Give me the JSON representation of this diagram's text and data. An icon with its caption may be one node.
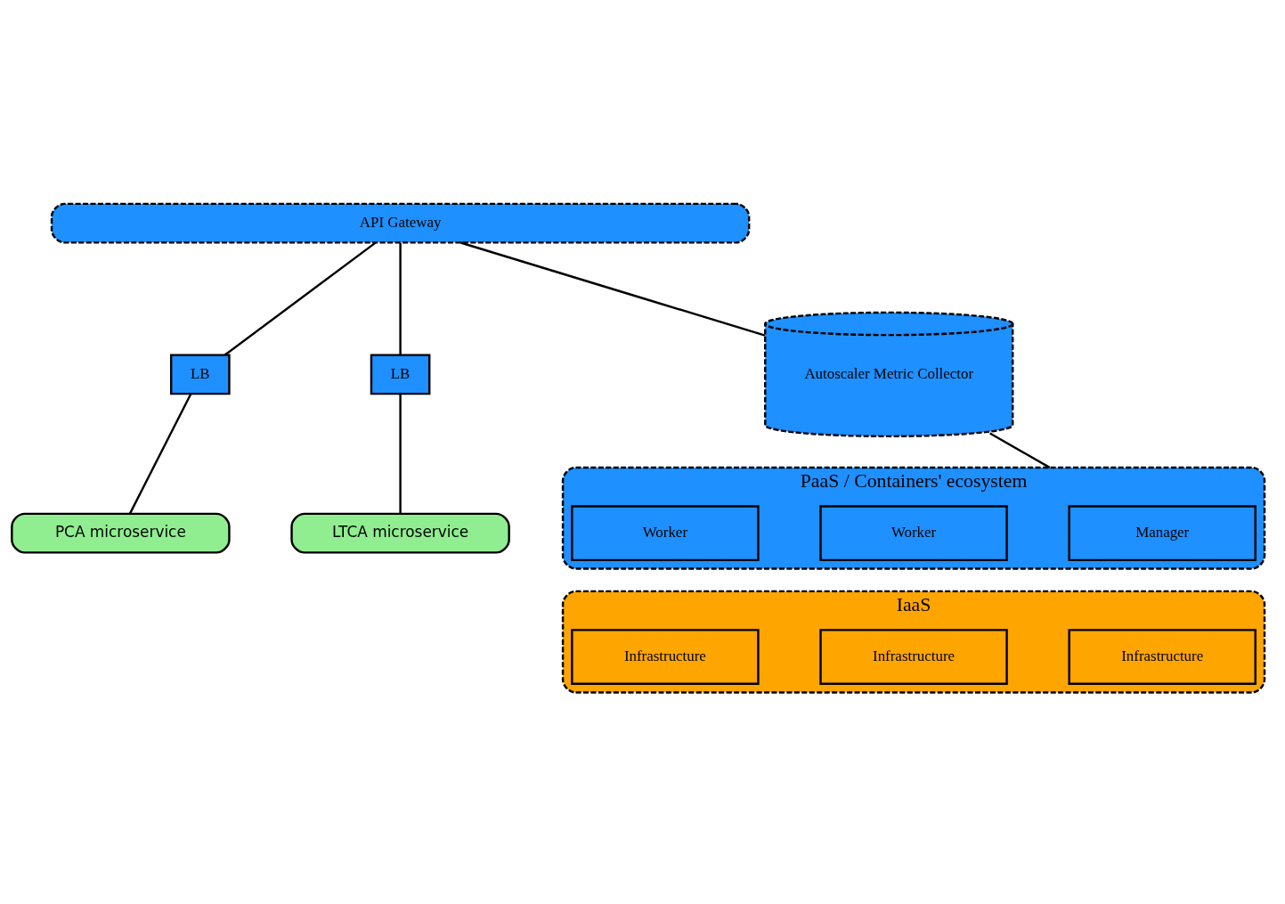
{
  "diagram": {
    "nodes": [
      {
        "text": [
          "API Gateway"
        ]
      },
      {
        "text": [
          "LB"
        ]
      },
      {
        "text": [
          "LB"
        ]
      },
      {
        "text": [
          "PCA microservice"
        ]
      },
      {
        "text": [
          "LTCA microservice"
        ]
      },
      {
        "text": [
          "Autoscaler Metric Collector"
        ]
      },
      {
        "text": [
          "PaaS / Containers' ecosystem"
        ]
      },
      {
        "text": [
          "Manager"
        ],
        "in": 6
      },
      {
        "text": [
          "Worker"
        ],
        "in": 6
      },
      {
        "text": [
          "Worker"
        ],
        "in": 6
      },
      {
        "text": [
          "IaaS"
        ]
      },
      {
        "text": [
          "Infrastructure"
        ],
        "in": 10
      },
      {
        "text": [
          "Infrastructure"
        ],
        "in": 10
      },
      {
        "text": [
          "Infrastructure"
        ],
        "in": 10
      }
    ],
    "edges": [
      {
        "from": 0,
        "to": 1,
        "arrow": "none"
      },
      {
        "from": 1,
        "to": 3,
        "arrow": "none"
      },
      {
        "from": 0,
        "to": 2,
        "arrow": "none"
      },
      {
        "from": 2,
        "to": 4,
        "arrow": "none"
      },
      {
        "from": 0,
        "to": 5,
        "arrow": "none"
      },
      {
        "from": 5,
        "to": 6,
        "arrow": "none"
      }
    ]
  }
}
